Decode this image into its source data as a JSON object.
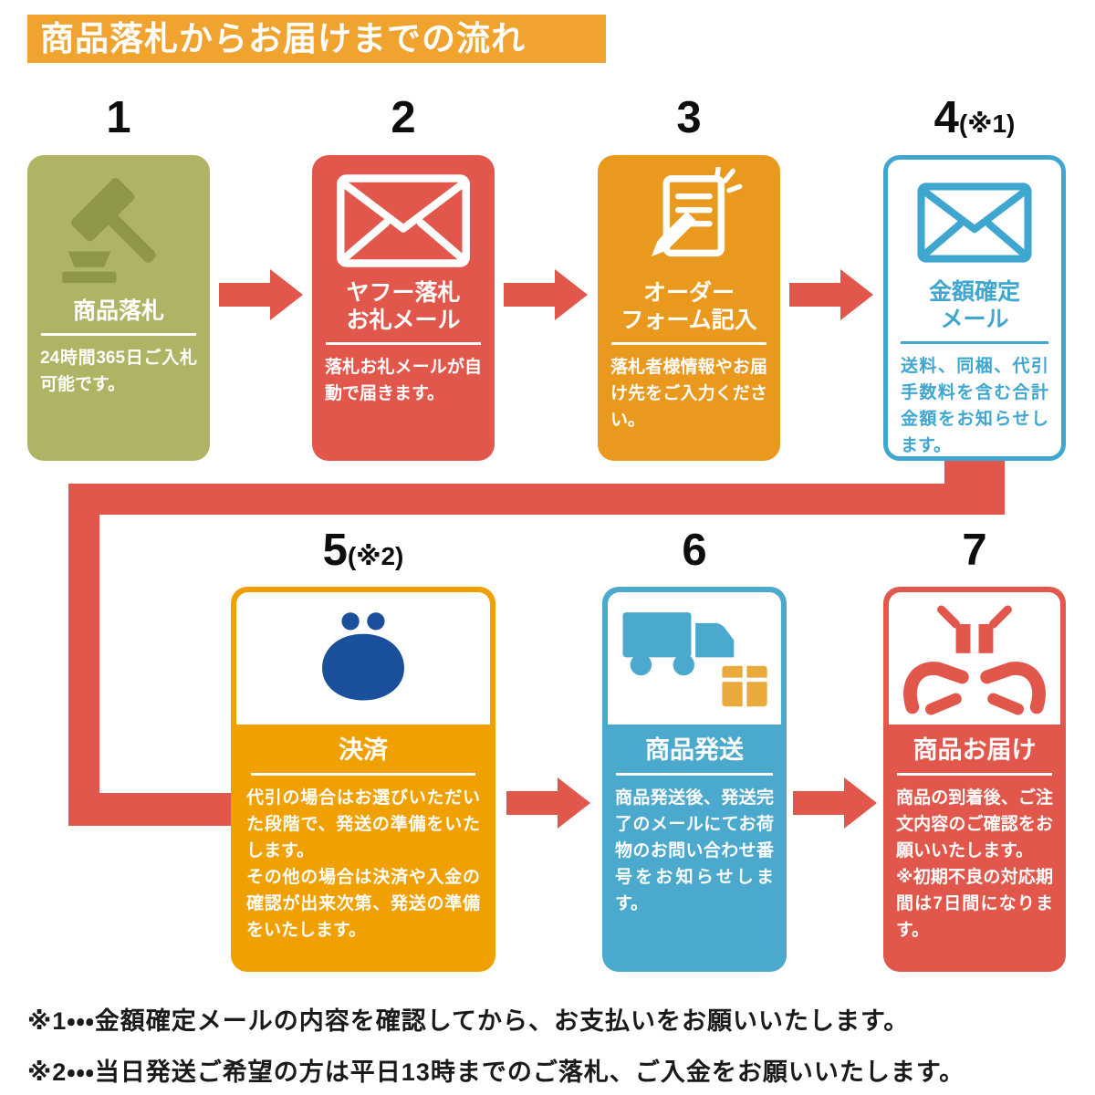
{
  "banner": {
    "title": "商品落札からお届けまでの流れ",
    "bg_color": "#F1A32F"
  },
  "colors": {
    "arrow": "#E2574C",
    "step1_box": "#AEB464",
    "step1_icon": "#8F9647",
    "step2_box": "#E2574C",
    "step3_box": "#E9991E",
    "step4_accent": "#3FA6D0",
    "step5_box": "#F0A000",
    "step5_icon": "#1A4F9C",
    "step6_box": "#4BA9CD",
    "step6_package": "#E9A93D",
    "step7_box": "#E2574C"
  },
  "steps": [
    {
      "number": "1",
      "number_note": "",
      "icon": "gavel-icon",
      "title": "商品落札",
      "description": "24時間365日ご入札可能です。"
    },
    {
      "number": "2",
      "number_note": "",
      "icon": "mail-icon",
      "title": "ヤフー落札\nお礼メール",
      "description": "落札お礼メールが自動で届きます。"
    },
    {
      "number": "3",
      "number_note": "",
      "icon": "order-form-icon",
      "title": "オーダー\nフォーム記入",
      "description": "落札者様情報やお届け先をご入力ください。"
    },
    {
      "number": "4",
      "number_note": "(※1)",
      "icon": "mail-icon",
      "title": "金額確定\nメール",
      "description": "送料、同梱、代引手数料を含む合計金額をお知らせします。"
    },
    {
      "number": "5",
      "number_note": "(※2)",
      "icon": "coin-purse-icon",
      "title": "決済",
      "description": "代引の場合はお選びいただいた段階で、発送の準備をいたします。\nその他の場合は決済や入金の確認が出来次第、発送の準備をいたします。"
    },
    {
      "number": "6",
      "number_note": "",
      "icon": "delivery-truck-icon",
      "title": "商品発送",
      "description": "商品発送後、発送完了のメールにてお荷物のお問い合わせ番号をお知らせします。"
    },
    {
      "number": "7",
      "number_note": "",
      "icon": "hands-package-icon",
      "title": "商品お届け",
      "description": "商品の到着後、ご注文内容のご確認をお願いいたします。\n※初期不良の対応期間は7日間になります。"
    }
  ],
  "notes": [
    "※1・・・金額確定メールの内容を確認してから、お支払いをお願いいたします。",
    "※2・・・当日発送ご希望の方は平日13時までのご落札、ご入金をお願いいたします。"
  ]
}
